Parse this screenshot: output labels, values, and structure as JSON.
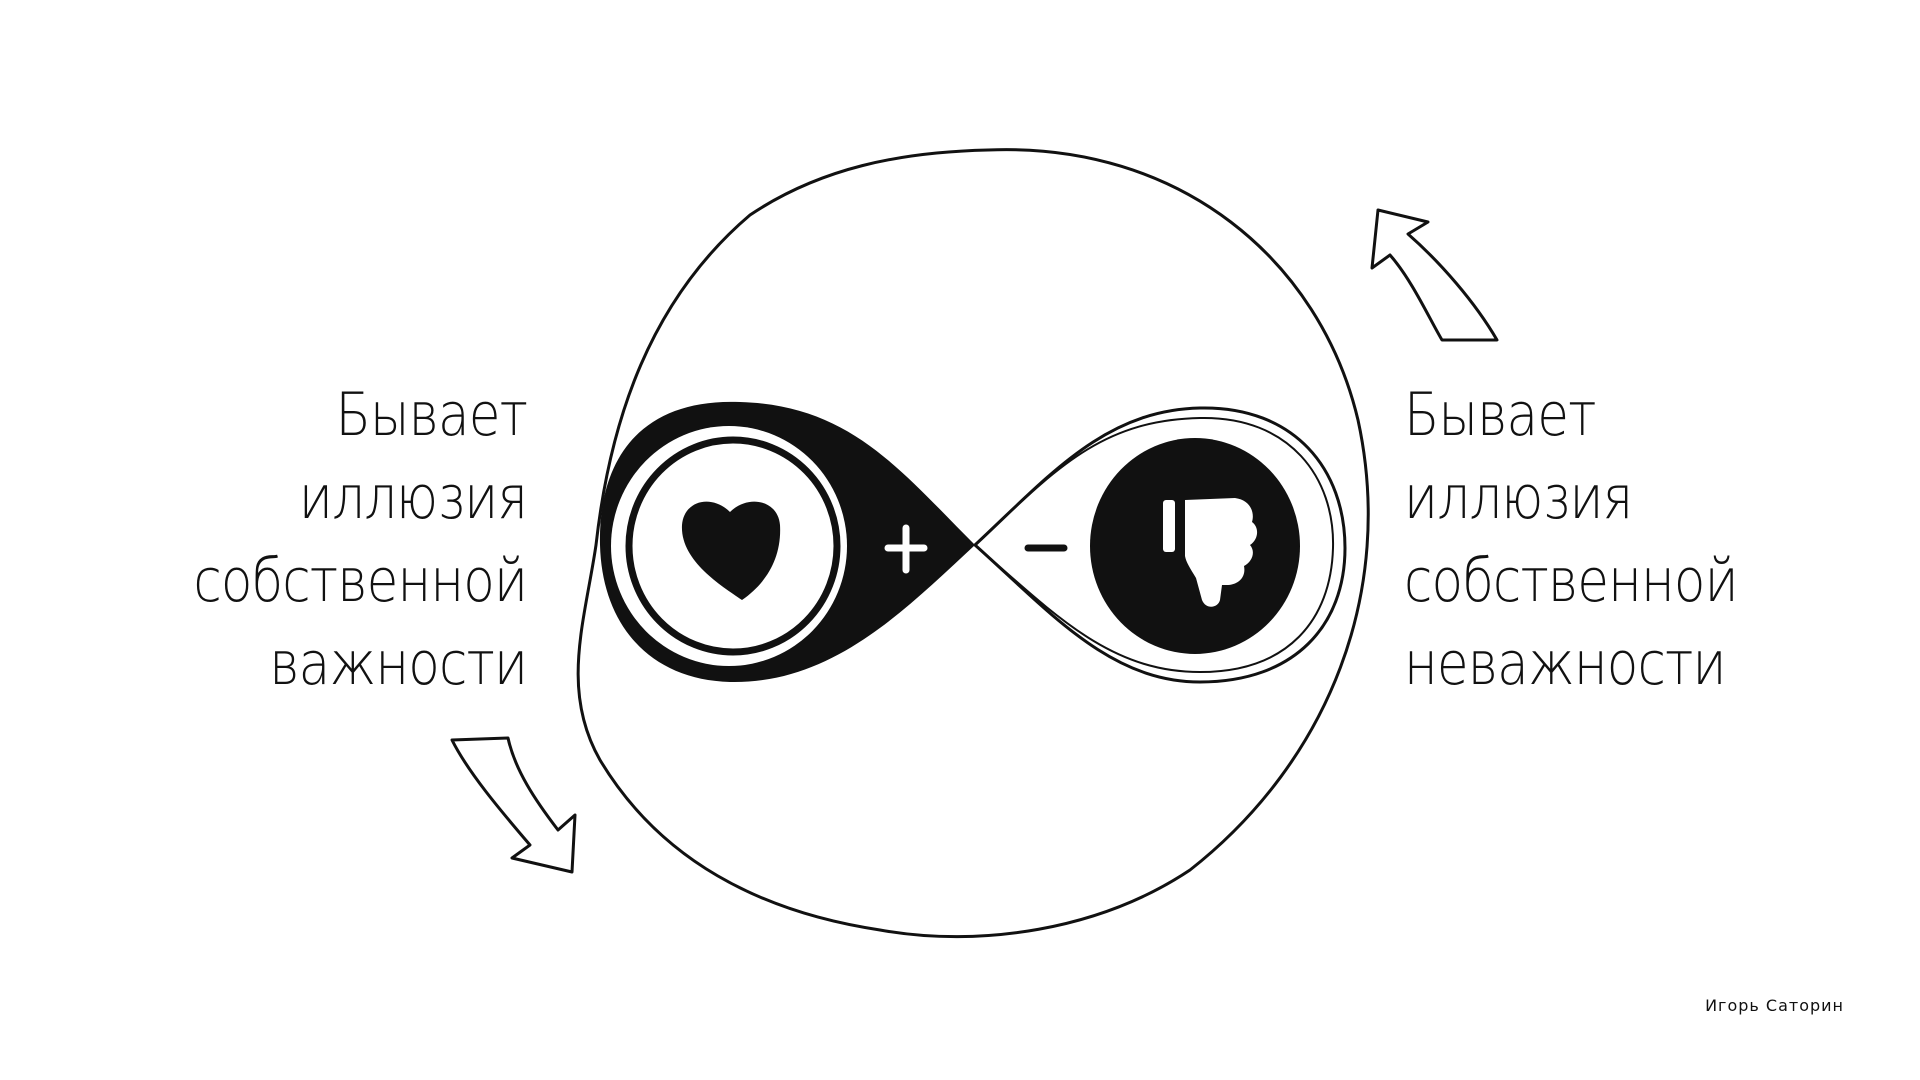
{
  "left_caption": {
    "lines": [
      "Бывает",
      "иллюзия",
      "собственной",
      "важности"
    ]
  },
  "right_caption": {
    "lines": [
      "Бывает",
      "иллюзия",
      "собственной",
      "неважности"
    ]
  },
  "infinity": {
    "plus_sign": "+",
    "minus_sign": "–",
    "left_icon": "heart-icon",
    "right_icon": "thumbs-down-icon"
  },
  "author": "Игорь Саторин",
  "colors": {
    "ink": "#111111",
    "background": "#ffffff"
  }
}
